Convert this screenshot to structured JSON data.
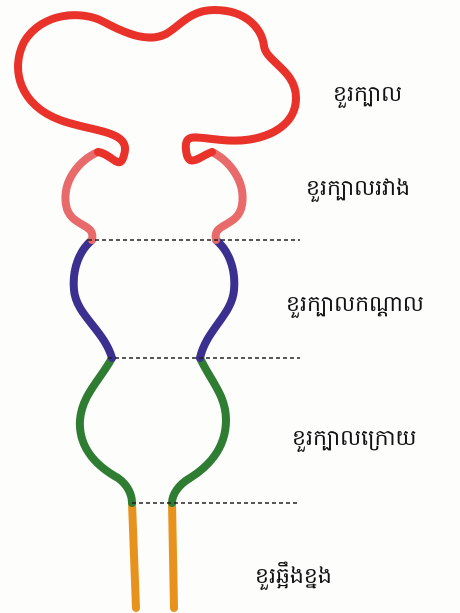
{
  "diagram": {
    "labels": {
      "forebrain": "ខួរក្បាល",
      "midbrain_region": "ខួរក្បាលរវាង",
      "middle_brain": "ខួរក្បាលកណ្តាល",
      "hindbrain": "ខួរក្បាលក្រោយ",
      "spinal_cord": "ខួរឆ្អឹងខ្នង"
    },
    "colors": {
      "forebrain": "#e8322a",
      "diencephalon": "#e86a6a",
      "midbrain": "#3b2f8f",
      "hindbrain": "#2e7d32",
      "spinal_cord": "#e8921e",
      "divider": "#222222"
    }
  }
}
